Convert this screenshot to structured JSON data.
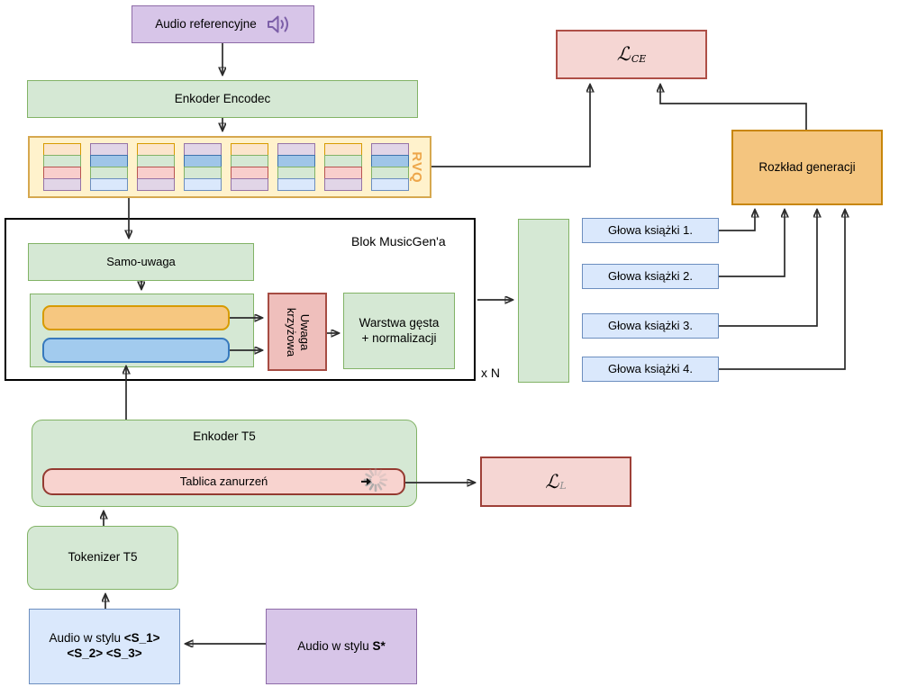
{
  "colors": {
    "green_fill": "#d5e8d4",
    "green_stroke": "#82b366",
    "blue_fill": "#dae8fc",
    "blue_stroke": "#6c8ebf",
    "purple_fill": "#d7c5e8",
    "purple_stroke": "#8e6ba8",
    "orange_fill": "#f6c780",
    "orange_stroke": "#d79b00",
    "rvq_fill": "#fff2cc",
    "rvq_stroke": "#d6a84f",
    "rvq_text": "#eda64a",
    "loss_fill": "#f5d6d3",
    "loss_ce_stroke": "#ae4f47",
    "loss_l_stroke": "#9e4038",
    "cross_fill": "#efbfbc",
    "cross_stroke": "#a64c43",
    "tablica_fill": "#f8d3cf",
    "tablica_stroke": "#943a31",
    "connector": "#2b2b2b"
  },
  "nodes": {
    "audio_ref": {
      "label": "Audio referencyjne"
    },
    "encodec": {
      "label": "Enkoder Encodec"
    },
    "rvq": {
      "label": "RVQ"
    },
    "block": {
      "title": "Blok MusicGen'a",
      "repeat": "x N"
    },
    "samo": {
      "label": "Samo-uwaga"
    },
    "cross": {
      "label": "Uwaga krzyżowa"
    },
    "dense": {
      "line1": "Warstwa gęsta",
      "line2": "+ normalizacji"
    },
    "loss_ce": {
      "symbol": "ℒ",
      "sub": "CE"
    },
    "loss_l": {
      "symbol": "ℒ",
      "sub": "L"
    },
    "rozklad": {
      "label": "Rozkład generacji"
    },
    "heads": [
      {
        "label": "Głowa książki 1."
      },
      {
        "label": "Głowa książki 2."
      },
      {
        "label": "Głowa książki 3."
      },
      {
        "label": "Głowa książki 4."
      }
    ],
    "enkoder_t5": {
      "label": "Enkoder T5"
    },
    "tablica": {
      "label": "Tablica zanurzeń"
    },
    "tokenizer": {
      "label": "Tokenizer T5"
    },
    "audio_tokens": {
      "prefix": "Audio w stylu ",
      "bold_line1": "<S_1>",
      "bold_line2": "<S_2> <S_3>"
    },
    "audio_star": {
      "prefix": "Audio w stylu ",
      "bold": "S*"
    }
  }
}
